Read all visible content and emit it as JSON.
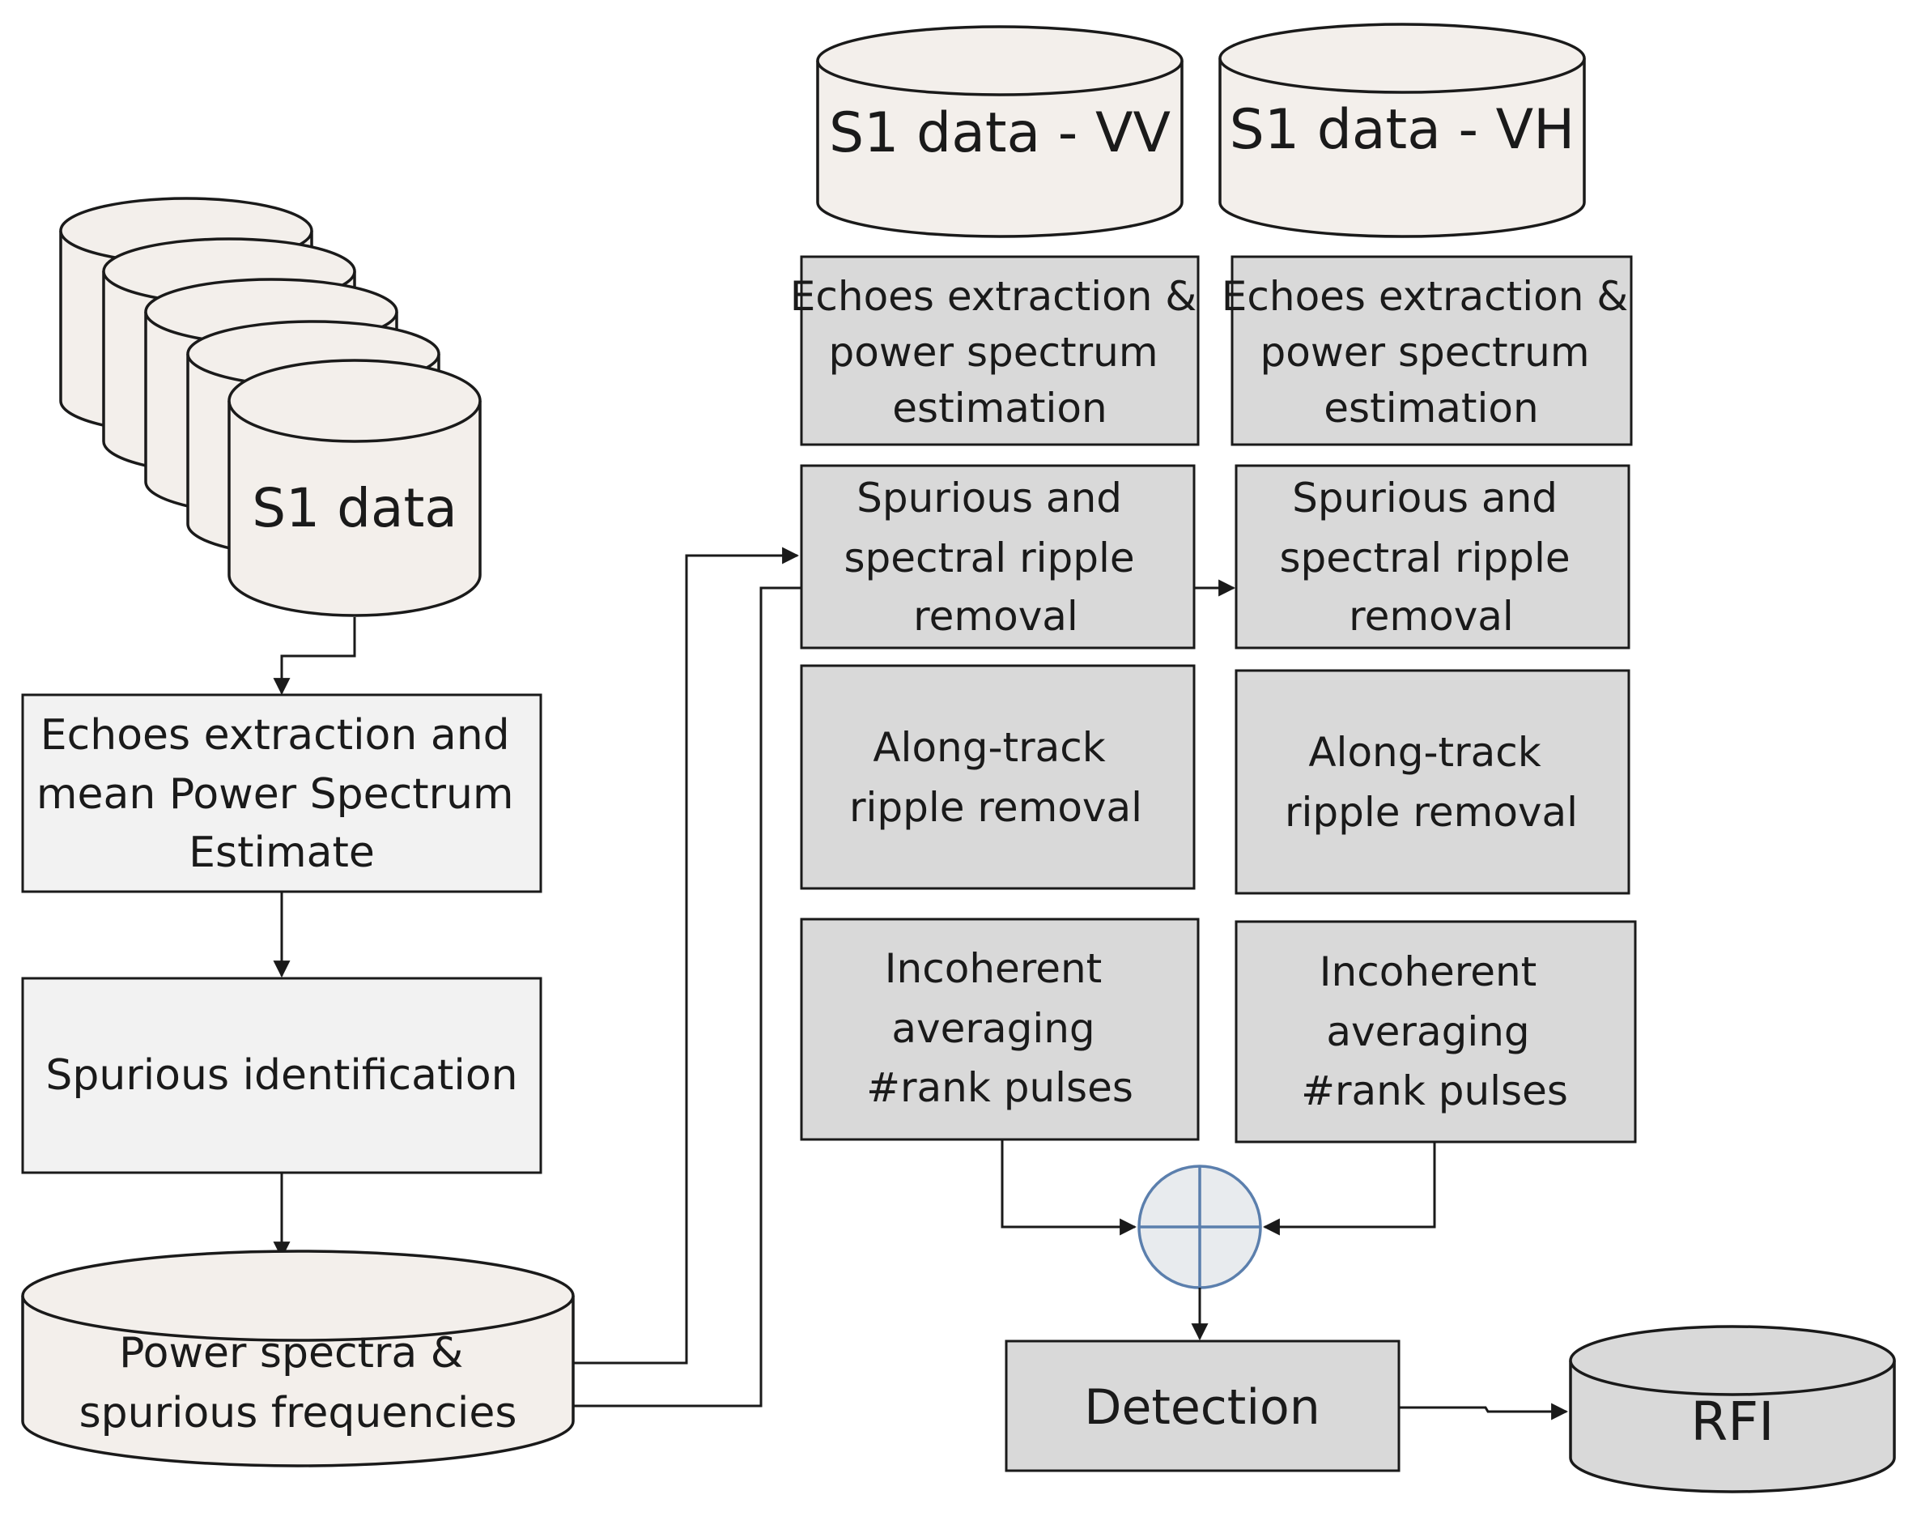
{
  "left": {
    "input_cylinder": "S1 data",
    "box1": [
      "Echoes extraction and",
      "mean Power Spectrum",
      "Estimate"
    ],
    "box2": [
      "Spurious identification"
    ],
    "output_cylinder": [
      "Power spectra &",
      "spurious frequencies"
    ]
  },
  "vv": {
    "cylinder": "S1 data - VV",
    "echoes": [
      "Echoes extraction &",
      "power spectrum",
      "estimation"
    ],
    "spurious": [
      "Spurious and",
      "spectral ripple",
      "removal"
    ],
    "along": [
      "Along-track",
      "ripple removal"
    ],
    "incoherent": [
      "Incoherent",
      "averaging",
      "#rank pulses"
    ]
  },
  "vh": {
    "cylinder": "S1 data - VH",
    "echoes": [
      "Echoes extraction &",
      "power spectrum",
      "estimation"
    ],
    "spurious": [
      "Spurious and",
      "spectral ripple",
      "removal"
    ],
    "along": [
      "Along-track",
      "ripple removal"
    ],
    "incoherent": [
      "Incoherent",
      "averaging",
      "#rank pulses"
    ]
  },
  "detection": "Detection",
  "output": "RFI",
  "colors": {
    "summing_junction": "#5b7fad",
    "light_fill": "#f2f2f2",
    "dark_fill": "#d9d9d9",
    "cylinder_fill": "#f3efeb"
  }
}
